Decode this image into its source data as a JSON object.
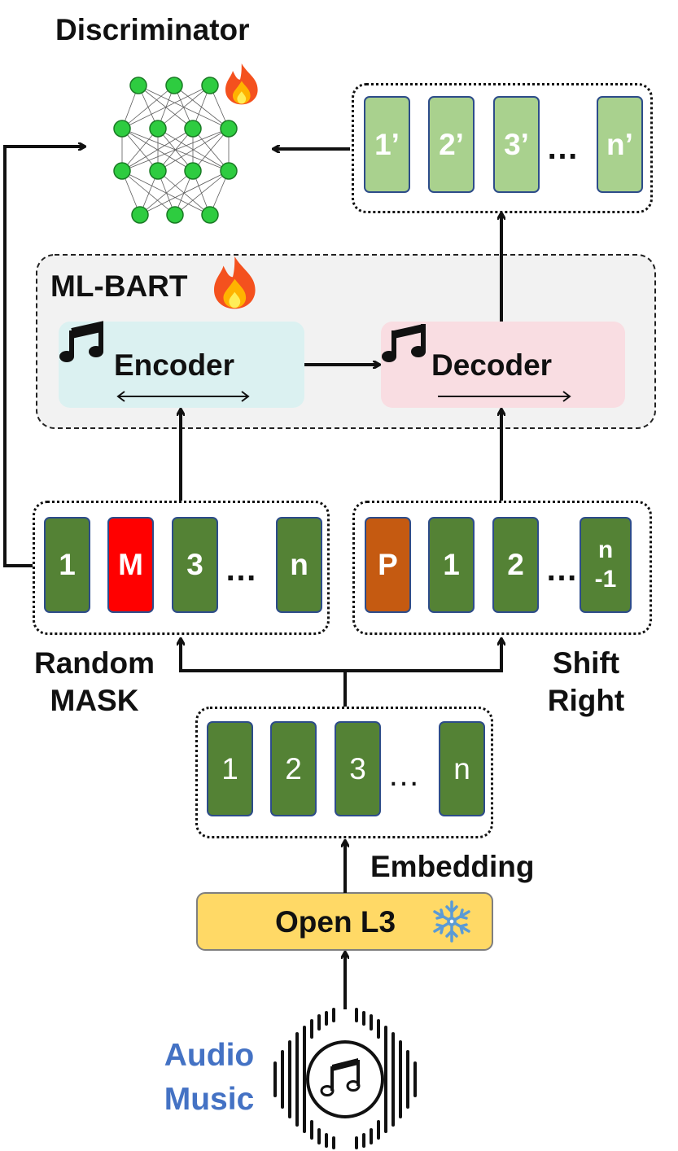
{
  "labels": {
    "discriminator": "Discriminator",
    "ml_bart": "ML-BART",
    "encoder": "Encoder",
    "decoder": "Decoder",
    "random_mask": [
      "Random",
      "MASK"
    ],
    "shift_right": [
      "Shift",
      "Right"
    ],
    "embedding": "Embedding",
    "openl3": "Open L3",
    "audio_music": [
      "Audio",
      "Music"
    ]
  },
  "output_tokens": [
    "1’",
    "2’",
    "3’",
    "n’"
  ],
  "masked_tokens": [
    "1",
    "M",
    "3",
    "n"
  ],
  "shifted_tokens": [
    "P",
    "1",
    "2",
    [
      "n",
      "-1"
    ]
  ],
  "embedding_tokens": [
    "1",
    "2",
    "3",
    "n"
  ],
  "ellipsis": "…",
  "colors": {
    "token_green": "#548235",
    "token_light_green": "#a9d18e",
    "mask_red": "#ff0000",
    "pad_orange": "#c55a11",
    "encoder_bg": "#dbf1f1",
    "decoder_bg": "#f9dde2",
    "openl3_bg": "#ffd966",
    "audio_text_blue": "#4472c4"
  }
}
